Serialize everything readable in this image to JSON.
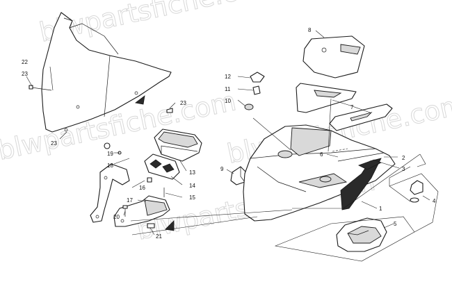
{
  "watermark": "blwpartsfiche.com",
  "callouts": [
    "1",
    "2",
    "3",
    "4",
    "5",
    "6",
    "7",
    "8",
    "9",
    "10",
    "11",
    "12",
    "13",
    "14",
    "15",
    "16",
    "17",
    "18",
    "19",
    "20",
    "21",
    "22",
    "23",
    "23",
    "23"
  ],
  "colors": {
    "line": "#1a1a1a",
    "shade": "#d9d9d9",
    "watermark": "#c8c8c8"
  }
}
